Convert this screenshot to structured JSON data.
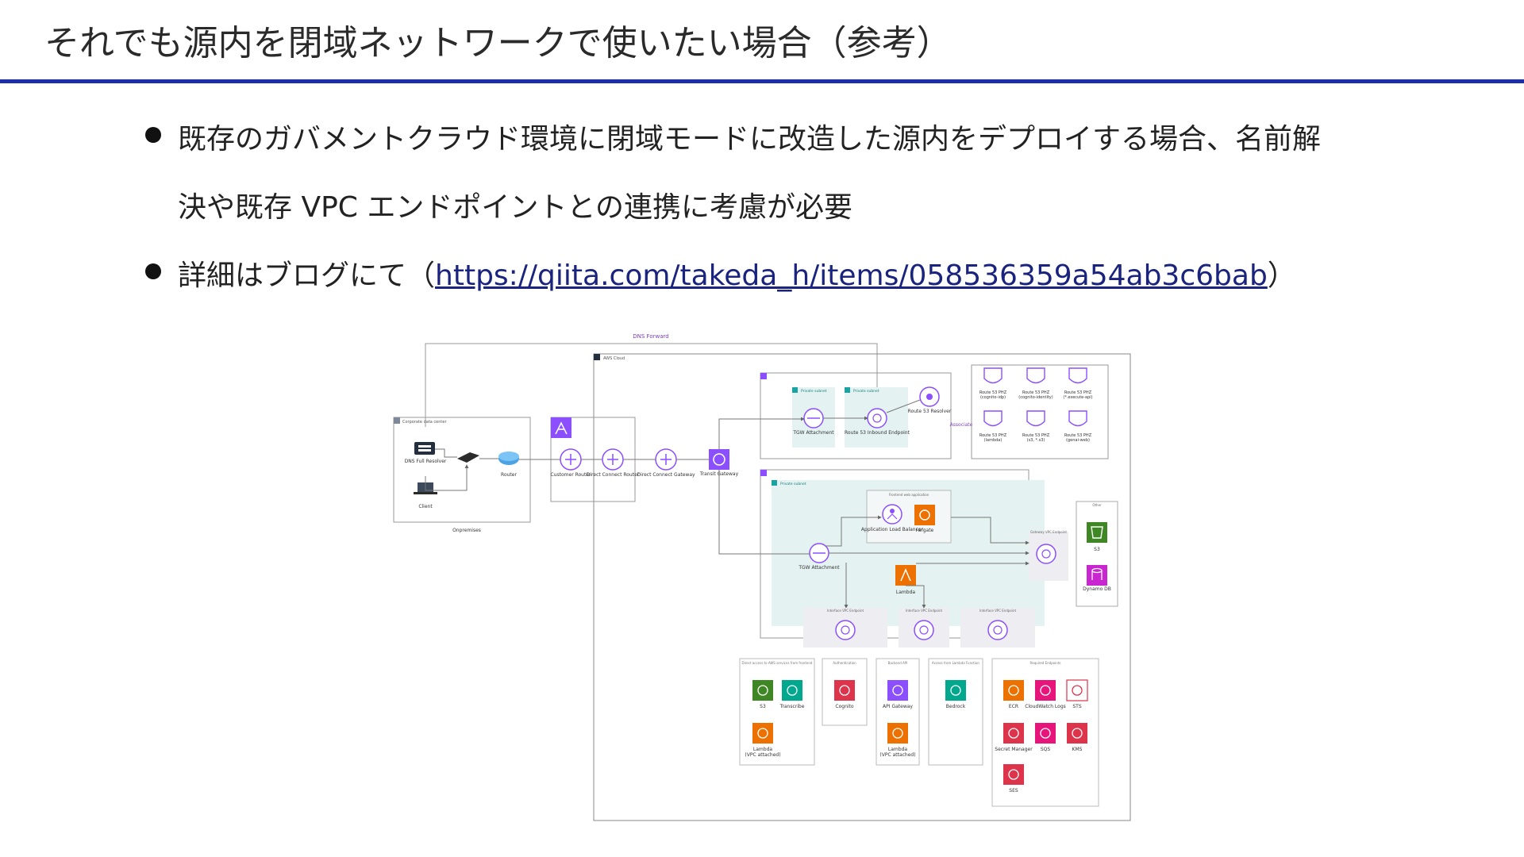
{
  "slide": {
    "title": "それでも源内を閉域ネットワークで使いたい場合（参考）",
    "bullets": [
      {
        "line1": "既存のガバメントクラウド環境に閉域モードに改造した源内をデプロイする場合、名前解",
        "line2": "決や既存 VPC エンドポイントとの連携に考慮が必要"
      },
      {
        "prefix": "詳細はブログにて（",
        "link": "https://qiita.com/takeda_h/items/058536359a54ab3c6bab",
        "suffix": "）"
      }
    ]
  },
  "diagram": {
    "dns_forward": "DNS Forward",
    "aws_cloud": "AWS Cloud",
    "corporate_dc": "Corporate data center",
    "onpremises": "Onpremises",
    "dns_resolver": "DNS Full Resolver",
    "client": "Client",
    "router": "Router",
    "customer_router": "Customer Router",
    "dx_router": "Direct Connect Router",
    "dx_gateway": "Direct Connect Gateway",
    "transit_gateway": "Transit Gateway",
    "private_subnet": "Private subnet",
    "tgw_attachment": "TGW Attachment",
    "inbound_endpoint": "Route 53 Inbound Endpoint",
    "resolver": "Route 53 Resolver",
    "associate": "Associate",
    "phz": [
      "Route 53 PHZ (cognito-idp)",
      "Route 53 PHZ (cognito-identity)",
      "Route 53 PHZ (*.execute-api)",
      "Route 53 PHZ (lambda)",
      "Route 53 PHZ (s3, *.s3)",
      "Route 53 PHZ (genai-web)"
    ],
    "frontend_app": "Frontend web application",
    "alb": "Application Load Balancer",
    "fargate": "Fargate",
    "lambda": "Lambda",
    "gateway_vpce": "Gateway VPC Endpoint",
    "interface_vpce": "Interface VPC Endpoint",
    "other": "Other",
    "s3": "S3",
    "dynamodb": "Dynamo DB",
    "groups": [
      {
        "title": "Direct access to AWS services from frontend",
        "items": [
          "S3",
          "Transcribe",
          "Lambda (VPC attached)"
        ]
      },
      {
        "title": "Authentication",
        "items": [
          "Cognito"
        ]
      },
      {
        "title": "Backend API",
        "items": [
          "API Gateway",
          "Lambda (VPC attached)"
        ]
      },
      {
        "title": "Access from Lambda Function",
        "items": [
          "Bedrock"
        ]
      },
      {
        "title": "Required Endpoints",
        "items": [
          "ECR",
          "CloudWatch Logs",
          "STS",
          "Secret Manager",
          "SQS",
          "KMS",
          "SES"
        ]
      }
    ]
  }
}
